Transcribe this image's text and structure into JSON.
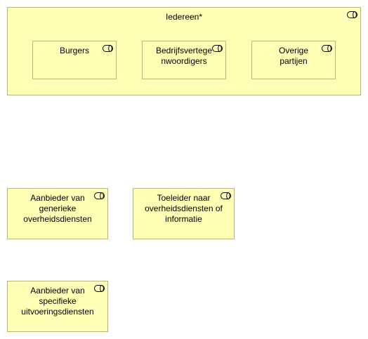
{
  "diagram": {
    "element_fill": "#ffffb5",
    "element_border": "#b7b77a",
    "element_type_icon": "business-role-icon",
    "group": {
      "label": "Iedereen*",
      "children": [
        {
          "label": "Burgers"
        },
        {
          "label": "Bedrijfsvertegenwoordigers"
        },
        {
          "label": "Overige partijen"
        }
      ]
    },
    "roles": [
      {
        "label": "Aanbieder van generieke overheidsdiensten"
      },
      {
        "label": "Toeleider naar overheidsdiensten of informatie"
      },
      {
        "label": "Aanbieder van specifieke uitvoeringsdiensten"
      }
    ]
  }
}
